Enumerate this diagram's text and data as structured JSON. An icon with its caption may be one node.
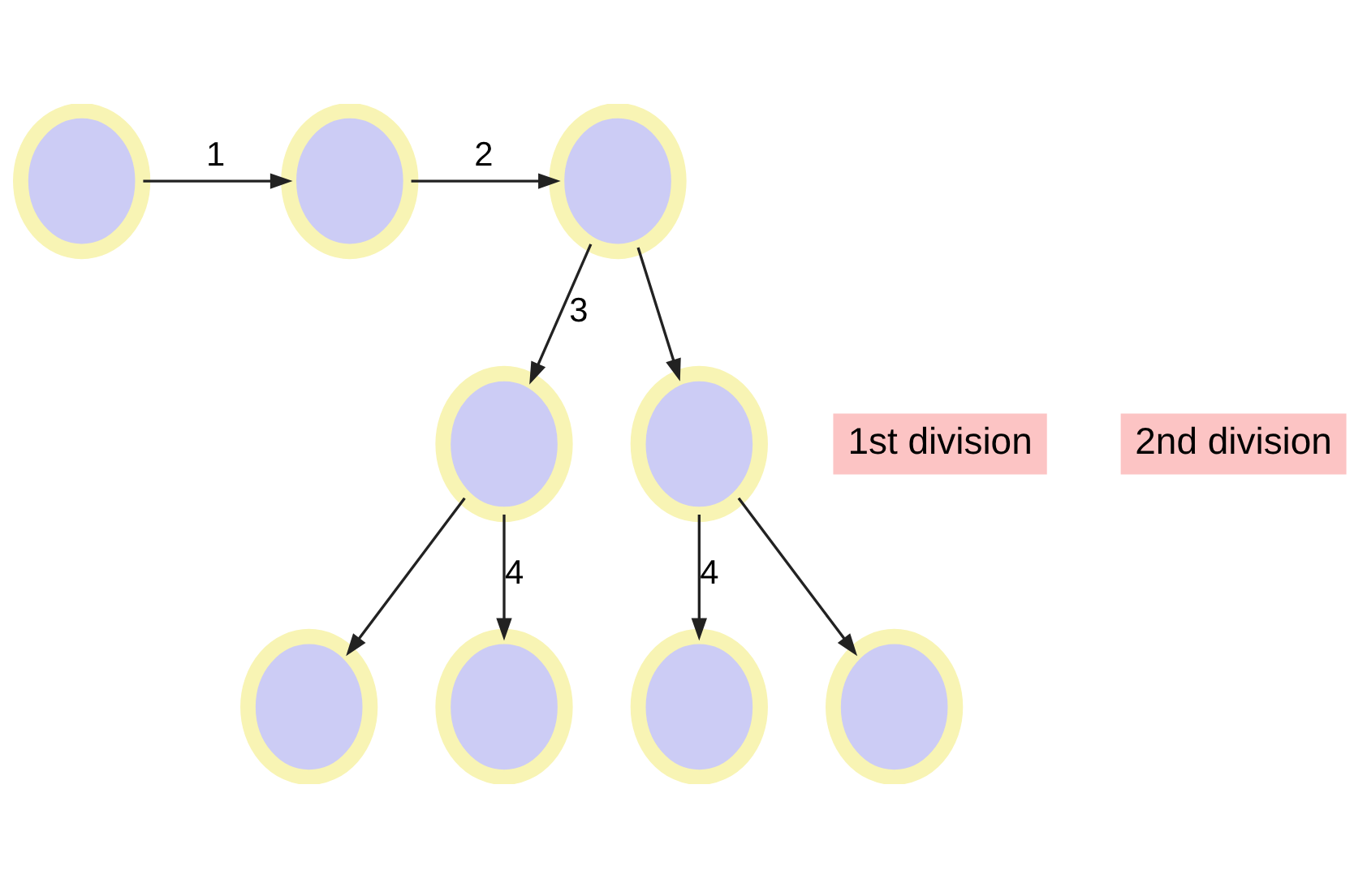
{
  "diagram": {
    "nodes": [
      {
        "text": [],
        "shape": "circle"
      },
      {
        "text": [],
        "shape": "circle"
      },
      {
        "text": [],
        "shape": "circle"
      },
      {
        "text": [],
        "shape": "circle"
      },
      {
        "text": [],
        "shape": "circle"
      },
      {
        "text": [],
        "shape": "circle"
      },
      {
        "text": [],
        "shape": "circle"
      },
      {
        "text": [],
        "shape": "circle"
      },
      {
        "text": [],
        "shape": "circle"
      }
    ],
    "edges": [
      {
        "from": 0,
        "to": 1,
        "arrow": "to",
        "label": "1"
      },
      {
        "from": 1,
        "to": 2,
        "arrow": "to",
        "label": "2"
      },
      {
        "from": 2,
        "to": 3,
        "arrow": "to",
        "label": "3"
      },
      {
        "from": 2,
        "to": 4,
        "arrow": "to"
      },
      {
        "from": 3,
        "to": 5,
        "arrow": "to"
      },
      {
        "from": 3,
        "to": 6,
        "arrow": "to",
        "label": "4"
      },
      {
        "from": 4,
        "to": 7,
        "arrow": "to",
        "label": "4"
      },
      {
        "from": 4,
        "to": 8,
        "arrow": "to"
      }
    ],
    "labels": [
      "1st division",
      "2nd division"
    ]
  }
}
